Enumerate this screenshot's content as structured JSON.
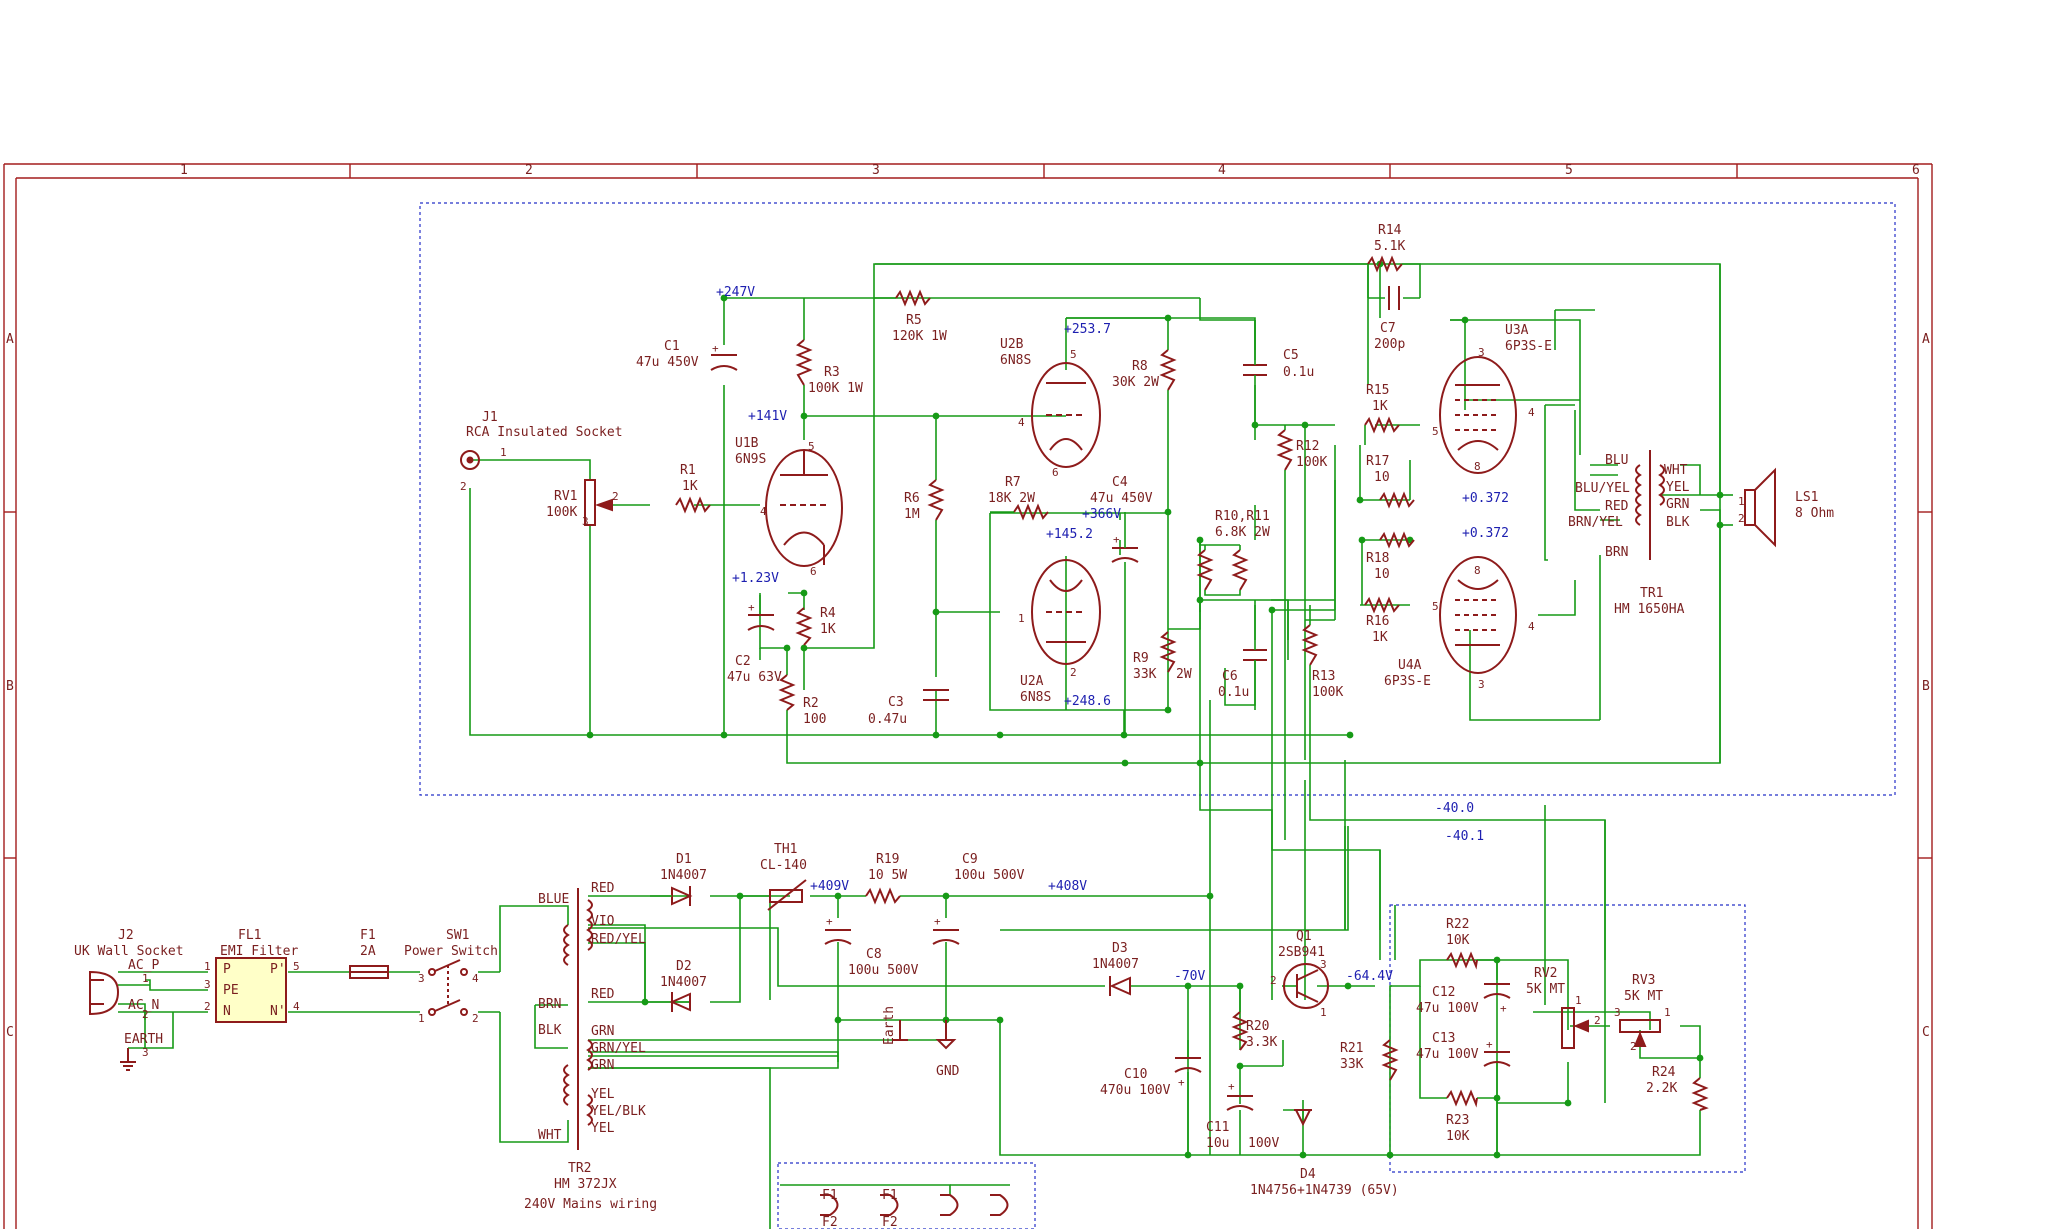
{
  "frame": {
    "columns": [
      "1",
      "2",
      "3",
      "4",
      "5",
      "6"
    ],
    "rows": [
      "A",
      "B",
      "C"
    ]
  },
  "components": {
    "J1": {
      "ref": "J1",
      "value": "RCA Insulated Socket"
    },
    "RV1": {
      "ref": "RV1",
      "value": "100K"
    },
    "R1": {
      "ref": "R1",
      "value": "1K"
    },
    "U1B": {
      "ref": "U1B",
      "value": "6N9S"
    },
    "C1": {
      "ref": "C1",
      "value": "47u 450V"
    },
    "R3": {
      "ref": "R3",
      "value": "100K 1W"
    },
    "R4": {
      "ref": "R4",
      "value": "1K"
    },
    "C2": {
      "ref": "C2",
      "value": "47u 63V"
    },
    "R2": {
      "ref": "R2",
      "value": "100"
    },
    "R5": {
      "ref": "R5",
      "value": "120K 1W"
    },
    "R6": {
      "ref": "R6",
      "value": "1M"
    },
    "C3": {
      "ref": "C3",
      "value": "0.47u"
    },
    "U2B": {
      "ref": "U2B",
      "value": "6N8S"
    },
    "U2A": {
      "ref": "U2A",
      "value": "6N8S"
    },
    "R7": {
      "ref": "R7",
      "value": "18K 2W"
    },
    "R8": {
      "ref": "R8",
      "value": "30K 2W"
    },
    "C4": {
      "ref": "C4",
      "value": "47u 450V"
    },
    "R9": {
      "ref": "R9",
      "value": "33K"
    },
    "R9b": {
      "value": "2W"
    },
    "R10": {
      "ref": "R10,R11",
      "value": "6.8K 2W"
    },
    "C5": {
      "ref": "C5",
      "value": "0.1u"
    },
    "C6": {
      "ref": "C6",
      "value": "0.1u"
    },
    "R12": {
      "ref": "R12",
      "value": "100K"
    },
    "R13": {
      "ref": "R13",
      "value": "100K"
    },
    "R14": {
      "ref": "R14",
      "value": "5.1K"
    },
    "C7": {
      "ref": "C7",
      "value": "200p"
    },
    "R15": {
      "ref": "R15",
      "value": "1K"
    },
    "R16": {
      "ref": "R16",
      "value": "1K"
    },
    "R17": {
      "ref": "R17",
      "value": "10"
    },
    "R18": {
      "ref": "R18",
      "value": "10"
    },
    "U3A": {
      "ref": "U3A",
      "value": "6P3S-E"
    },
    "U4A": {
      "ref": "U4A",
      "value": "6P3S-E"
    },
    "TR1": {
      "ref": "TR1",
      "value": "HM 1650HA"
    },
    "LS1": {
      "ref": "LS1",
      "value": "8 Ohm"
    },
    "J2": {
      "ref": "J2",
      "value": "UK Wall Socket"
    },
    "FL1": {
      "ref": "FL1",
      "value": "EMI Filter"
    },
    "F1": {
      "ref": "F1",
      "value": "2A"
    },
    "SW1": {
      "ref": "SW1",
      "value": "Power Switch"
    },
    "TR2": {
      "ref": "TR2",
      "value": "HM 372JX",
      "note": "240V Mains wiring"
    },
    "D1": {
      "ref": "D1",
      "value": "1N4007"
    },
    "D2": {
      "ref": "D2",
      "value": "1N4007"
    },
    "D3": {
      "ref": "D3",
      "value": "1N4007"
    },
    "TH1": {
      "ref": "TH1",
      "value": "CL-140"
    },
    "C8": {
      "ref": "C8",
      "value": "100u 500V"
    },
    "R19": {
      "ref": "R19",
      "value": "10 5W"
    },
    "C9": {
      "ref": "C9",
      "value": "100u 500V"
    },
    "Q1": {
      "ref": "Q1",
      "value": "2SB941"
    },
    "C10": {
      "ref": "C10",
      "value": "470u 100V"
    },
    "R20": {
      "ref": "R20",
      "value": "3.3K"
    },
    "C11": {
      "ref": "C11",
      "value": "10u"
    },
    "C11b": {
      "value": "100V"
    },
    "R21": {
      "ref": "R21",
      "value": "33K"
    },
    "D4": {
      "ref": "D4",
      "value": "1N4756+1N4739 (65V)"
    },
    "R22": {
      "ref": "R22",
      "value": "10K"
    },
    "R23": {
      "ref": "R23",
      "value": "10K"
    },
    "C12": {
      "ref": "C12",
      "value": "47u 100V"
    },
    "C13": {
      "ref": "C13",
      "value": "47u 100V"
    },
    "RV2": {
      "ref": "RV2",
      "value": "5K MT"
    },
    "RV3": {
      "ref": "RV3",
      "value": "5K MT"
    },
    "R24": {
      "ref": "R24",
      "value": "2.2K"
    }
  },
  "voltages": {
    "v247": "+247V",
    "v141": "+141V",
    "v123": "+1.23V",
    "v2537": "+253.7",
    "v366": "+366V",
    "v1452": "+145.2",
    "v2486": "+248.6",
    "v0372a": "+0.372",
    "v0372b": "+0.372",
    "v409": "+409V",
    "v408": "+408V",
    "v70": "-70V",
    "v644": "-64.4V",
    "v400": "-40.0",
    "v401": "-40.1"
  },
  "net_labels": {
    "acp": "AC_P",
    "acn": "AC_N",
    "earth": "EARTH",
    "gnd": "GND",
    "earthsym": "Earth",
    "blu": "BLU",
    "bluyel": "BLU/YEL",
    "red1": "RED",
    "brnyel": "BRN/YEL",
    "brn1": "BRN",
    "wht1": "WHT",
    "yel1": "YEL",
    "grn1": "GRN",
    "blk1": "BLK",
    "blue": "BLUE",
    "brn2": "BRN",
    "blk2": "BLK",
    "wht2": "WHT",
    "red2": "RED",
    "vio": "VIO",
    "redyel": "RED/YEL",
    "red3": "RED",
    "grn2": "GRN",
    "grnyel": "GRN/YEL",
    "grn3": "GRN",
    "yel2": "YEL",
    "yelblk": "YEL/BLK",
    "yel3": "YEL",
    "fl_p": "P",
    "fl_pe": "PE",
    "fl_n": "N",
    "fl_pp": "P'",
    "fl_np": "N'"
  },
  "subsheet": {
    "labels": [
      "F1",
      "F1",
      "F2",
      "F2"
    ]
  }
}
